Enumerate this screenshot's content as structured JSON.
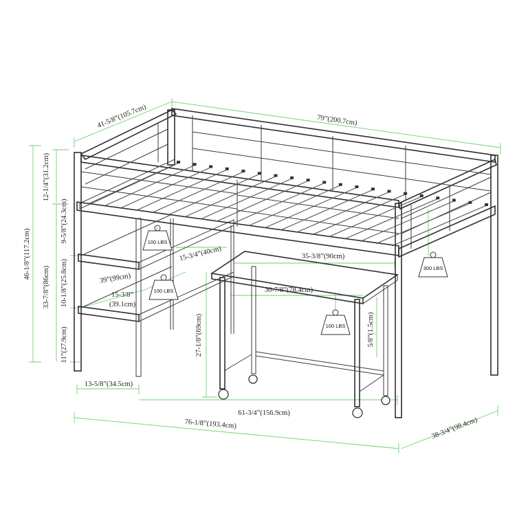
{
  "dimensions": {
    "overall_width": "79”(200.7cm)",
    "overall_depth_top": "41-5/8”(105.7cm)",
    "overall_height": "46-1/8”(117.2cm)",
    "guardrail_height": "12-1/4”(31.2cm)",
    "upper_shelf_gap": "9-5/8”(24.3cm)",
    "mid_shelf_gap": "10-1/8”(25.8cm)",
    "platform_height": "33-7/8”(86cm)",
    "lower_shelf_height": "11”(27.9cm)",
    "desk_depth_top": "15-3/4”(40cm)",
    "desk_width": "35-3/8”(90cm)",
    "shelf_width": "39”(99cm)",
    "shelf_depth_line1": "15-3/8”",
    "shelf_depth_line2": "(39.1cm)",
    "desk_inner_width": "30-7/8”(78.4cm)",
    "desk_height": "27-1/8”(69cm)",
    "desk_rail": "5/8”(1.5cm)",
    "leg_offset": "13-5/8”(34.5cm)",
    "under_clearance": "61-3/4”(156.9cm)",
    "overall_length": "76-1/8”(193.4cm)",
    "overall_depth": "38-3/4”(98.4cm)"
  },
  "weights": {
    "bed": "300 LBS",
    "shelf_upper": "100 LBS",
    "shelf_lower": "100 LBS",
    "desk": "100 LBS"
  },
  "colors": {
    "dimension_line": "#6fcf6f",
    "frame": "#3a3a3a"
  }
}
